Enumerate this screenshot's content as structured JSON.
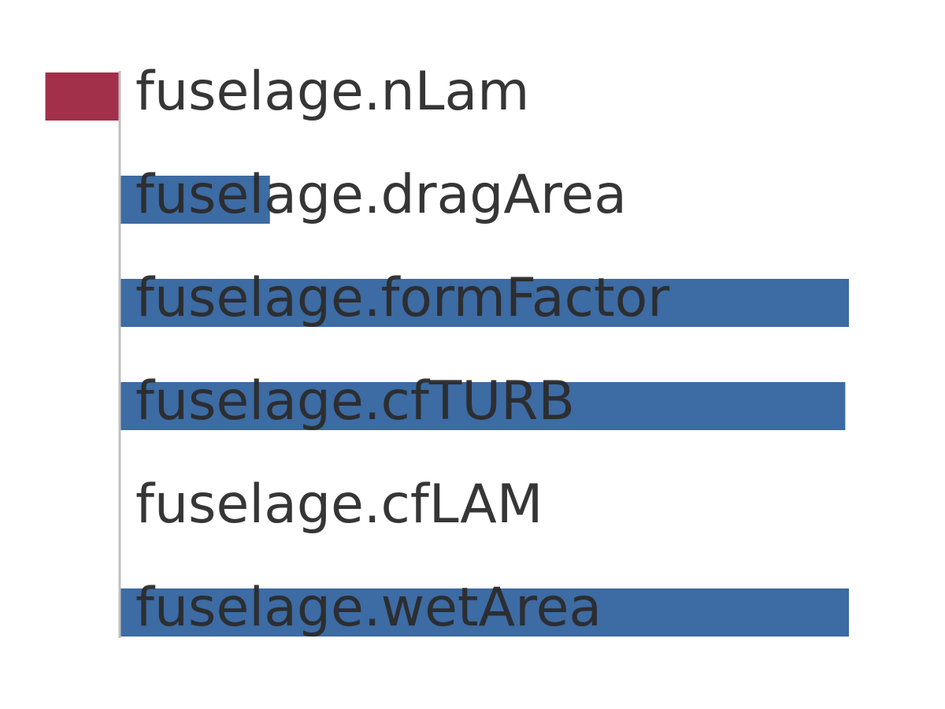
{
  "chart_data": {
    "type": "bar",
    "orientation": "horizontal",
    "title": "",
    "xlabel": "",
    "ylabel": "",
    "grid": false,
    "xlim": [
      0,
      1
    ],
    "categories": [
      "fuselage.nLam",
      "fuselage.dragArea",
      "fuselage.formFactor",
      "fuselage.cfTURB",
      "fuselage.cfLAM",
      "fuselage.wetArea"
    ],
    "values": [
      -0.102,
      0.206,
      1.0,
      0.995,
      0.001,
      1.0
    ],
    "colors": {
      "positive": "#3d6ba3",
      "negative": "#a3304a",
      "axis": "#bfbfbf",
      "label": "#2b2b2b"
    }
  }
}
